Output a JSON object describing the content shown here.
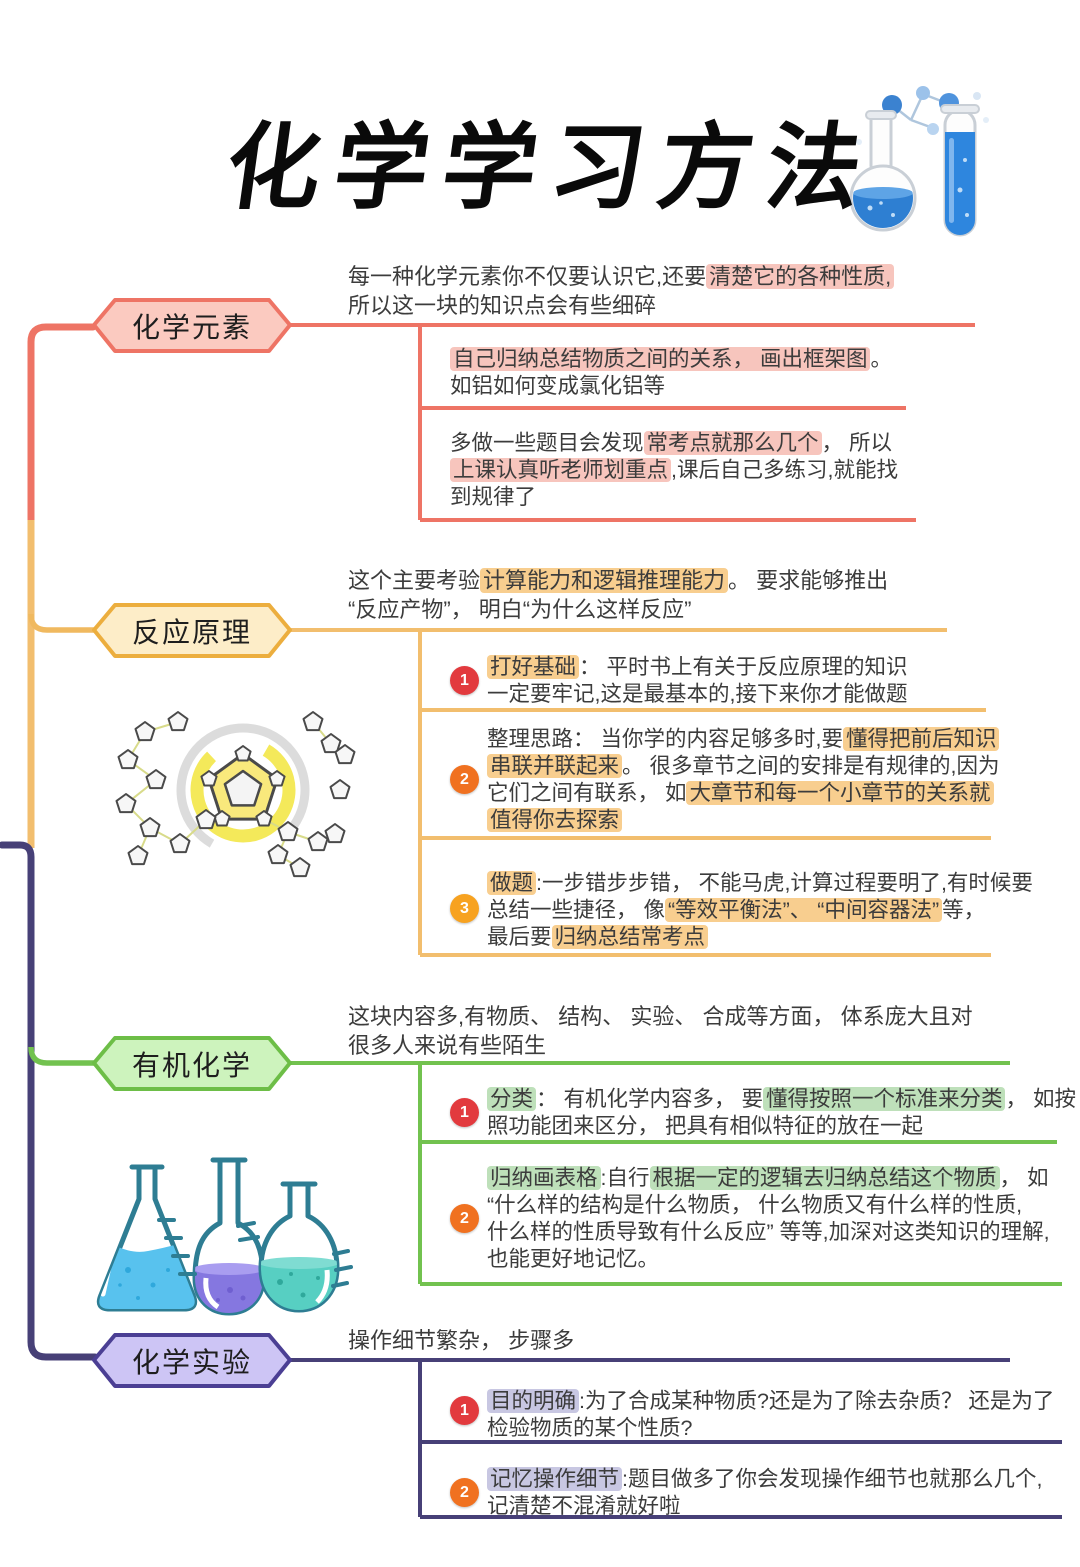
{
  "title": {
    "text": "化学学习方法"
  },
  "illustrations": {
    "title_icon": "flask-and-test-tube",
    "reaction_icon": "molecule-pentagon-ring",
    "organic_icon": "three-flasks"
  },
  "colors": {
    "red_line": "#EE7465",
    "red_fill": "#FBCAC0",
    "red_highlight": "#F7C5BD",
    "orange_line": "#F2BE6E",
    "orange_border": "#ECAE3E",
    "orange_fill": "#FDEDC8",
    "orange_highlight": "#F8CE8F",
    "green_line": "#72C24F",
    "green_border": "#6DBE47",
    "green_fill": "#CDF3BD",
    "green_highlight": "#BEE0BA",
    "purple_line": "#474077",
    "purple_border": "#4B3F94",
    "purple_fill": "#CDC5F5",
    "purple_highlight": "#C8C7E2",
    "badge_1": "#E23A3E",
    "badge_2": "#F07120",
    "badge_3": "#F7A220"
  },
  "branches": [
    {
      "label": "化学元素",
      "intro": [
        {
          "t": "每一种化学元素你不仅要认识它,还要"
        },
        {
          "t": "清楚它的各种性质,",
          "h": "red"
        },
        {
          "t": "\n所以这一块的知识点会有些细碎"
        }
      ],
      "children": [
        {
          "badge": null,
          "segments": [
            {
              "t": "自己归纳总结物质之间的关系， 画出框架图",
              "h": "red"
            },
            {
              "t": "。\n如铝如何变成氯化铝等"
            }
          ]
        },
        {
          "badge": null,
          "segments": [
            {
              "t": "多做一些题目会发现"
            },
            {
              "t": "常考点就那么几个",
              "h": "red"
            },
            {
              "t": "， 所以\n"
            },
            {
              "t": "上课认真听老师划重点",
              "h": "red"
            },
            {
              "t": ",课后自己多练习,就能找\n到规律了"
            }
          ]
        }
      ]
    },
    {
      "label": "反应原理",
      "intro": [
        {
          "t": "这个主要考验"
        },
        {
          "t": "计算能力和逻辑推理能力",
          "h": "orange"
        },
        {
          "t": "。 要求能够推出\n“反应产物”， 明白“为什么这样反应”"
        }
      ],
      "children": [
        {
          "badge": "1",
          "segments": [
            {
              "t": "打好基础",
              "h": "orange"
            },
            {
              "t": "： 平时书上有关于反应原理的知识\n一定要牢记,这是最基本的,接下来你才能做题"
            }
          ]
        },
        {
          "badge": "2",
          "segments": [
            {
              "t": "整理思路： 当你学的内容足够多时,要"
            },
            {
              "t": "懂得把前后知识",
              "h": "orange"
            },
            {
              "t": "\n"
            },
            {
              "t": "串联并联起来",
              "h": "orange"
            },
            {
              "t": "。 很多章节之间的安排是有规律的,因为\n它们之间有联系， 如"
            },
            {
              "t": "大章节和每一个小章节的关系就",
              "h": "orange"
            },
            {
              "t": "\n"
            },
            {
              "t": "值得你去探索",
              "h": "orange"
            }
          ]
        },
        {
          "badge": "3",
          "segments": [
            {
              "t": "做题",
              "h": "orange"
            },
            {
              "t": ":一步错步步错， 不能马虎,计算过程要明了,有时候要\n总结一些捷径， 像"
            },
            {
              "t": "“等效平衡法”、 “中间容器法”",
              "h": "orange"
            },
            {
              "t": "等，\n最后要"
            },
            {
              "t": "归纳总结常考点",
              "h": "orange"
            }
          ]
        }
      ]
    },
    {
      "label": "有机化学",
      "intro": [
        {
          "t": "这块内容多,有物质、 结构、 实验、 合成等方面， 体系庞大且对\n很多人来说有些陌生"
        }
      ],
      "children": [
        {
          "badge": "1",
          "segments": [
            {
              "t": "分类",
              "h": "green"
            },
            {
              "t": "： 有机化学内容多， 要"
            },
            {
              "t": "懂得按照一个标准来分类",
              "h": "green"
            },
            {
              "t": "， 如按\n照功能团来区分， 把具有相似特征的放在一起"
            }
          ]
        },
        {
          "badge": "2",
          "segments": [
            {
              "t": "归纳画表格",
              "h": "green"
            },
            {
              "t": ":自行"
            },
            {
              "t": "根据一定的逻辑去归纳总结这个物质",
              "h": "green"
            },
            {
              "t": "， 如\n“什么样的结构是什么物质， 什么物质又有什么样的性质,\n什么样的性质导致有什么反应” 等等,加深对这类知识的理解,\n也能更好地记忆。"
            }
          ]
        }
      ]
    },
    {
      "label": "化学实验",
      "intro": [
        {
          "t": "操作细节繁杂， 步骤多"
        }
      ],
      "children": [
        {
          "badge": "1",
          "segments": [
            {
              "t": "目的明确",
              "h": "purple"
            },
            {
              "t": ":为了合成某种物质?还是为了除去杂质？ 还是为了\n检验物质的某个性质?"
            }
          ]
        },
        {
          "badge": "2",
          "segments": [
            {
              "t": "记忆操作细节",
              "h": "purple"
            },
            {
              "t": ":题目做多了你会发现操作细节也就那么几个,\n记清楚不混淆就好啦"
            }
          ]
        }
      ]
    }
  ]
}
